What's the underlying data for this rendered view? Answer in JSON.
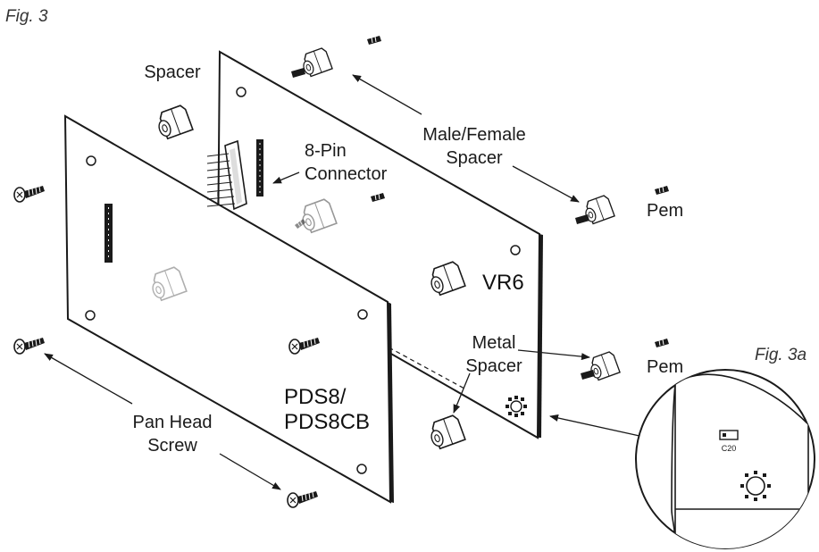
{
  "figure": {
    "main_label": "Fig. 3",
    "inset_label": "Fig. 3a"
  },
  "labels": {
    "spacer": "Spacer",
    "connector_line1": "8-Pin",
    "connector_line2": "Connector",
    "male_female_line1": "Male/Female",
    "male_female_line2": "Spacer",
    "pem_top": "Pem",
    "pem_bottom": "Pem",
    "vr6": "VR6",
    "metal_spacer_line1": "Metal",
    "metal_spacer_line2": "Spacer",
    "pan_head_line1": "Pan Head",
    "pan_head_line2": "Screw",
    "pds_line1": "PDS8/",
    "pds_line2": "PDS8CB",
    "inset_component": "C20"
  },
  "colors": {
    "line": "#1a1a1a",
    "fill": "#ffffff"
  }
}
